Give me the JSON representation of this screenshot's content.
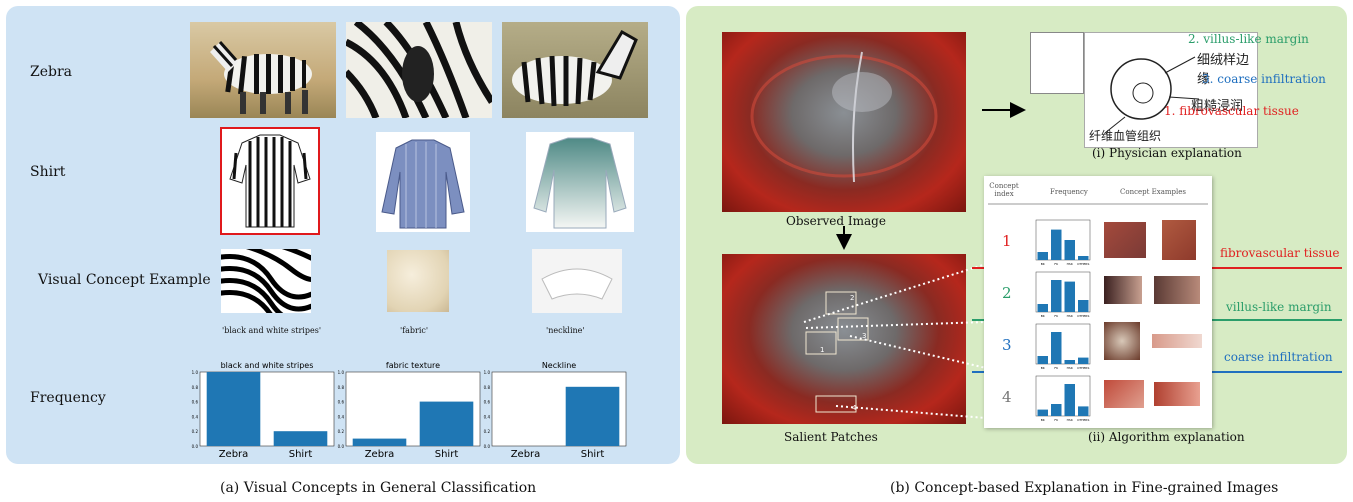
{
  "panel_a": {
    "rows": {
      "zebra": "Zebra",
      "shirt": "Shirt",
      "concept": "Visual Concept Example",
      "frequency": "Frequency"
    },
    "concept_labels": [
      "'black and white stripes'",
      "'fabric'",
      "'neckline'"
    ],
    "caption": "(a)  Visual Concepts in General Classification"
  },
  "panel_b": {
    "observed": "Observed Image",
    "salient": "Salient Patches",
    "physician": "(i) Physician explanation",
    "algorithm": "(ii) Algorithm explanation",
    "physician_notes": [
      "2. villus-like margin",
      "3. coarse infiltration",
      "1. fibrovascular tissue"
    ],
    "handwriting": [
      "细绒样边缘",
      "粗糙浸润",
      "纤维血管组织"
    ],
    "table_headers": [
      "Concept index",
      "Frequency",
      "Concept Examples"
    ],
    "concept_indices": [
      "1",
      "2",
      "3",
      "4"
    ],
    "concept_names": [
      "fibrovascular tissue",
      "villus-like margin",
      "coarse infiltration"
    ],
    "colors": {
      "red": "#e02020",
      "green": "#2a9d6a",
      "blue": "#1f6fbf",
      "gray": "#777777"
    },
    "caption": "(b)  Concept-based Explanation in Fine-grained Images"
  },
  "chart_data": [
    {
      "type": "bar",
      "title": "black and white stripes",
      "categories": [
        "Zebra",
        "Shirt"
      ],
      "values": [
        1.0,
        0.2
      ],
      "ylim": [
        0,
        1.0
      ],
      "yticks": [
        "0.0",
        "0.2",
        "0.4",
        "0.6",
        "0.8",
        "1.0"
      ]
    },
    {
      "type": "bar",
      "title": "fabric texture",
      "categories": [
        "Zebra",
        "Shirt"
      ],
      "values": [
        0.1,
        0.6
      ],
      "ylim": [
        0,
        1.0
      ],
      "yticks": [
        "0.0",
        "0.2",
        "0.4",
        "0.6",
        "0.8",
        "1.0"
      ]
    },
    {
      "type": "bar",
      "title": "Neckline",
      "categories": [
        "Zebra",
        "Shirt"
      ],
      "values": [
        0.0,
        0.8
      ],
      "ylim": [
        0,
        1.0
      ],
      "yticks": [
        "0.0",
        "0.2",
        "0.4",
        "0.6",
        "0.8",
        "1.0"
      ]
    }
  ],
  "mini_charts": {
    "categories": [
      "BK",
      "FK",
      "HSK",
      "OTHERS"
    ],
    "values": [
      [
        0.1,
        0.38,
        0.25,
        0.05
      ],
      [
        0.1,
        0.4,
        0.38,
        0.15
      ],
      [
        0.1,
        0.4,
        0.05,
        0.08
      ],
      [
        0.08,
        0.15,
        0.4,
        0.12
      ]
    ]
  }
}
